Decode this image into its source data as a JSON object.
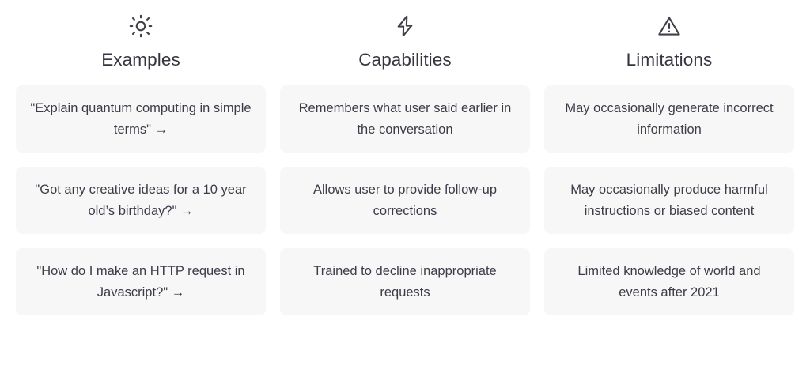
{
  "screen": {
    "name": "chatgpt-welcome-screen",
    "background_color": "#ffffff",
    "card_background_color": "#f7f7f8",
    "text_color": "#343541",
    "icon_color": "#3f4048"
  },
  "columns": [
    {
      "id": "examples",
      "icon": "sun-icon",
      "title": "Examples",
      "cards": [
        {
          "text": "\"Explain quantum computing in simple terms\" →",
          "interactable": true
        },
        {
          "text": "\"Got any creative ideas for a 10 year old’s birthday?\" →",
          "interactable": true
        },
        {
          "text": "\"How do I make an HTTP request in Javascript?\" →",
          "interactable": true
        }
      ]
    },
    {
      "id": "capabilities",
      "icon": "lightning-bolt-icon",
      "title": "Capabilities",
      "cards": [
        {
          "text": "Remembers what user said earlier in the conversation",
          "interactable": false
        },
        {
          "text": "Allows user to provide follow-up corrections",
          "interactable": false
        },
        {
          "text": "Trained to decline inappropriate requests",
          "interactable": false
        }
      ]
    },
    {
      "id": "limitations",
      "icon": "warning-triangle-icon",
      "title": "Limitations",
      "cards": [
        {
          "text": "May occasionally generate incorrect information",
          "interactable": false
        },
        {
          "text": "May occasionally produce harmful instructions or biased content",
          "interactable": false
        },
        {
          "text": "Limited knowledge of world and events after 2021",
          "interactable": false
        }
      ]
    }
  ]
}
